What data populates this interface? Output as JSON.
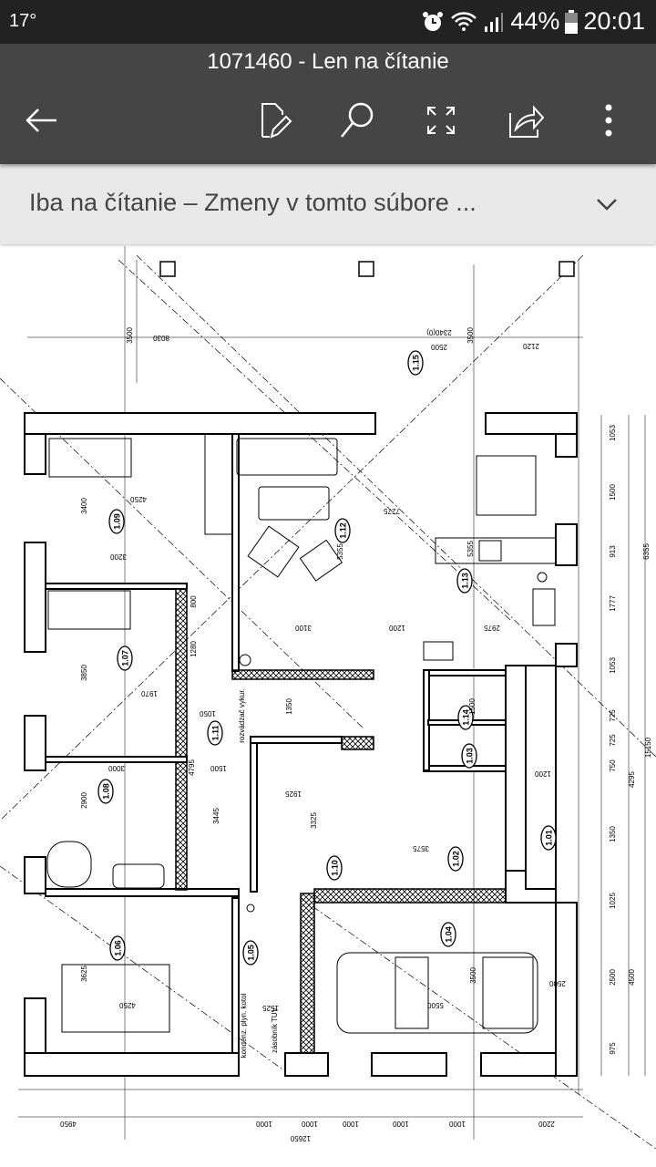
{
  "status": {
    "temperature": "17°",
    "battery": "44%",
    "time": "20:01",
    "icons": [
      "alarm-icon",
      "wifi-icon",
      "signal-icon",
      "battery-icon"
    ]
  },
  "toolbar": {
    "title": "1071460 - Len na čítanie",
    "icons": [
      "back-arrow-icon",
      "edit-document-icon",
      "search-icon",
      "fullscreen-icon",
      "share-icon",
      "more-icon"
    ]
  },
  "banner": {
    "text": "Iba na čítanie – Zmeny v tomto súbore ...",
    "icon": "chevron-down-icon"
  },
  "plan": {
    "rooms": [
      "1.15",
      "1.09",
      "1.12",
      "1.13",
      "1.07",
      "1.11",
      "1.14",
      "1.03",
      "1.08",
      "1.01",
      "1.02",
      "1.10",
      "1.06",
      "1.05",
      "1.04"
    ],
    "dims": [
      "2340(0)",
      "2500",
      "3500",
      "3500",
      "8030",
      "2120",
      "4250",
      "3400",
      "3200",
      "7275",
      "5355",
      "5355",
      "3100",
      "1200",
      "2975",
      "3850",
      "1280",
      "800",
      "1970",
      "1050",
      "4795",
      "3000",
      "1500",
      "3445",
      "2900",
      "1925",
      "3325",
      "3575",
      "1500",
      "1200",
      "1350",
      "3625",
      "4250",
      "5500",
      "3500",
      "2500",
      "1525",
      "12650",
      "4950",
      "2200",
      "1000",
      "1000",
      "1000",
      "1000",
      "1000",
      "1053",
      "1500",
      "913",
      "1777",
      "1053",
      "725",
      "725",
      "750",
      "1350",
      "1025",
      "2500",
      "975",
      "6355",
      "4295",
      "15150",
      "4500"
    ],
    "notes": [
      "rozvádzač vykur.",
      "kondenz. plyn. kotol",
      "zásobník TUV"
    ]
  }
}
